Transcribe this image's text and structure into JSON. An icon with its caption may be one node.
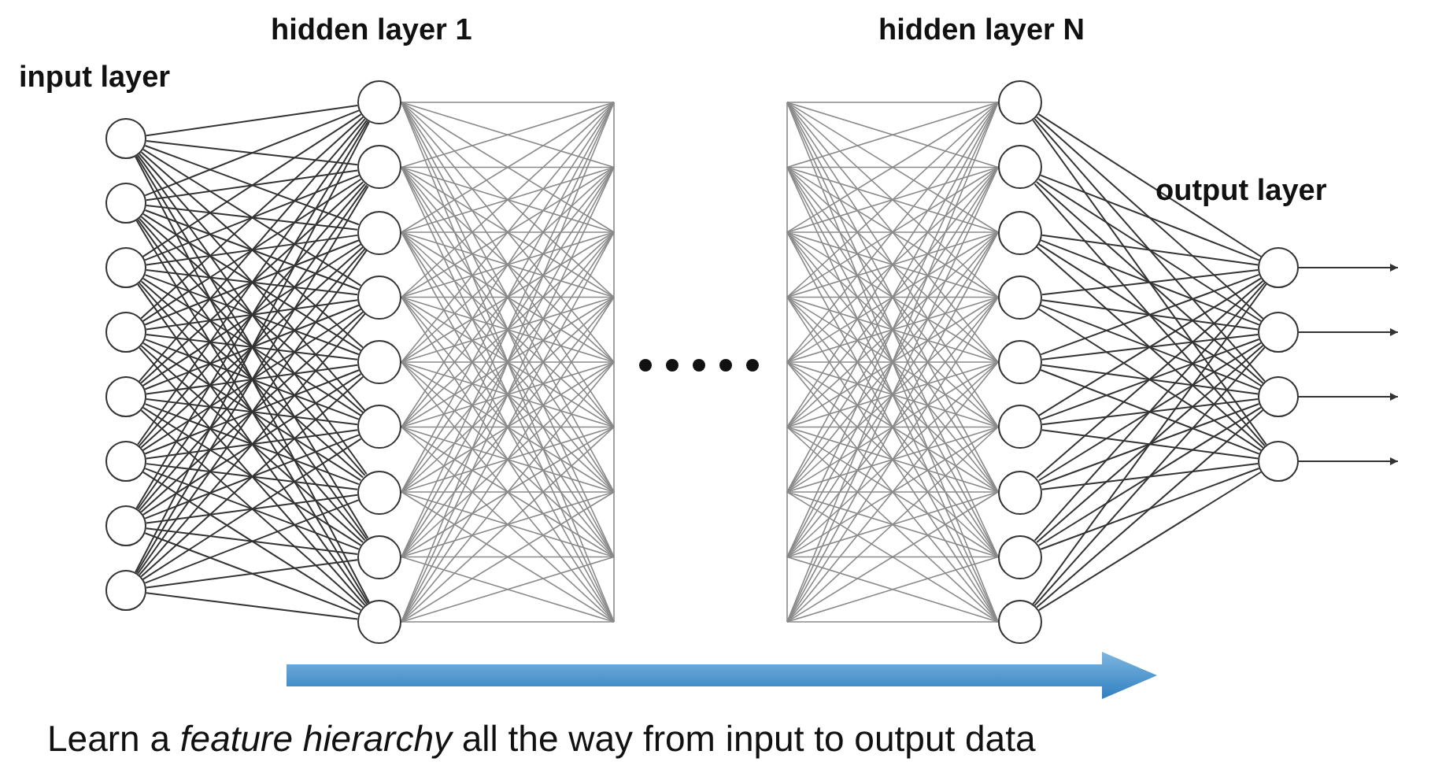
{
  "diagram": {
    "caption": "Learn a *feature hierarchy* all the way from input to output data",
    "labels": [
      "input layer",
      "hidden layer 1",
      "hidden layer N",
      "output layer"
    ],
    "nodes": [
      {
        "text": [],
        "shape": "circle"
      },
      {
        "text": [],
        "shape": "circle"
      },
      {
        "text": [],
        "shape": "circle"
      },
      {
        "text": [],
        "shape": "circle"
      },
      {
        "text": [],
        "shape": "circle"
      },
      {
        "text": [],
        "shape": "circle"
      },
      {
        "text": [],
        "shape": "circle"
      },
      {
        "text": [],
        "shape": "circle"
      },
      {
        "text": [],
        "shape": "circle"
      },
      {
        "text": [],
        "shape": "circle"
      },
      {
        "text": [],
        "shape": "circle"
      },
      {
        "text": [],
        "shape": "circle"
      },
      {
        "text": [],
        "shape": "circle"
      },
      {
        "text": [],
        "shape": "circle"
      },
      {
        "text": [],
        "shape": "circle"
      },
      {
        "text": [],
        "shape": "circle"
      },
      {
        "text": [],
        "shape": "circle"
      },
      {
        "text": [],
        "shape": "circle"
      },
      {
        "text": [],
        "shape": "circle"
      },
      {
        "text": [],
        "shape": "circle"
      },
      {
        "text": [],
        "shape": "circle"
      },
      {
        "text": [],
        "shape": "circle"
      },
      {
        "text": [],
        "shape": "circle"
      },
      {
        "text": [],
        "shape": "circle"
      },
      {
        "text": [],
        "shape": "circle"
      },
      {
        "text": [],
        "shape": "circle"
      },
      {
        "text": [],
        "shape": "circle"
      },
      {
        "text": [],
        "shape": "circle"
      },
      {
        "text": [],
        "shape": "circle"
      },
      {
        "text": [],
        "shape": "circle"
      }
    ],
    "edges": [
      {
        "from": 0,
        "to": 8,
        "arrow": "none"
      },
      {
        "from": 0,
        "to": 9,
        "arrow": "none"
      },
      {
        "from": 0,
        "to": 10,
        "arrow": "none"
      },
      {
        "from": 0,
        "to": 11,
        "arrow": "none"
      },
      {
        "from": 0,
        "to": 12,
        "arrow": "none"
      },
      {
        "from": 0,
        "to": 13,
        "arrow": "none"
      },
      {
        "from": 0,
        "to": 14,
        "arrow": "none"
      },
      {
        "from": 0,
        "to": 15,
        "arrow": "none"
      },
      {
        "from": 0,
        "to": 16,
        "arrow": "none"
      },
      {
        "from": 1,
        "to": 8,
        "arrow": "none"
      },
      {
        "from": 1,
        "to": 9,
        "arrow": "none"
      },
      {
        "from": 1,
        "to": 10,
        "arrow": "none"
      },
      {
        "from": 1,
        "to": 11,
        "arrow": "none"
      },
      {
        "from": 1,
        "to": 12,
        "arrow": "none"
      },
      {
        "from": 1,
        "to": 13,
        "arrow": "none"
      },
      {
        "from": 1,
        "to": 14,
        "arrow": "none"
      },
      {
        "from": 1,
        "to": 15,
        "arrow": "none"
      },
      {
        "from": 1,
        "to": 16,
        "arrow": "none"
      },
      {
        "from": 2,
        "to": 8,
        "arrow": "none"
      },
      {
        "from": 2,
        "to": 9,
        "arrow": "none"
      },
      {
        "from": 2,
        "to": 10,
        "arrow": "none"
      },
      {
        "from": 2,
        "to": 11,
        "arrow": "none"
      },
      {
        "from": 2,
        "to": 12,
        "arrow": "none"
      },
      {
        "from": 2,
        "to": 13,
        "arrow": "none"
      },
      {
        "from": 2,
        "to": 14,
        "arrow": "none"
      },
      {
        "from": 2,
        "to": 15,
        "arrow": "none"
      },
      {
        "from": 2,
        "to": 16,
        "arrow": "none"
      },
      {
        "from": 3,
        "to": 8,
        "arrow": "none"
      },
      {
        "from": 3,
        "to": 9,
        "arrow": "none"
      },
      {
        "from": 3,
        "to": 10,
        "arrow": "none"
      },
      {
        "from": 3,
        "to": 11,
        "arrow": "none"
      },
      {
        "from": 3,
        "to": 12,
        "arrow": "none"
      },
      {
        "from": 3,
        "to": 13,
        "arrow": "none"
      },
      {
        "from": 3,
        "to": 14,
        "arrow": "none"
      },
      {
        "from": 3,
        "to": 15,
        "arrow": "none"
      },
      {
        "from": 3,
        "to": 16,
        "arrow": "none"
      },
      {
        "from": 4,
        "to": 8,
        "arrow": "none"
      },
      {
        "from": 4,
        "to": 9,
        "arrow": "none"
      },
      {
        "from": 4,
        "to": 10,
        "arrow": "none"
      },
      {
        "from": 4,
        "to": 11,
        "arrow": "none"
      },
      {
        "from": 4,
        "to": 12,
        "arrow": "none"
      },
      {
        "from": 4,
        "to": 13,
        "arrow": "none"
      },
      {
        "from": 4,
        "to": 14,
        "arrow": "none"
      },
      {
        "from": 4,
        "to": 15,
        "arrow": "none"
      },
      {
        "from": 4,
        "to": 16,
        "arrow": "none"
      },
      {
        "from": 5,
        "to": 8,
        "arrow": "none"
      },
      {
        "from": 5,
        "to": 9,
        "arrow": "none"
      },
      {
        "from": 5,
        "to": 10,
        "arrow": "none"
      },
      {
        "from": 5,
        "to": 11,
        "arrow": "none"
      },
      {
        "from": 5,
        "to": 12,
        "arrow": "none"
      },
      {
        "from": 5,
        "to": 13,
        "arrow": "none"
      },
      {
        "from": 5,
        "to": 14,
        "arrow": "none"
      },
      {
        "from": 5,
        "to": 15,
        "arrow": "none"
      },
      {
        "from": 5,
        "to": 16,
        "arrow": "none"
      },
      {
        "from": 6,
        "to": 8,
        "arrow": "none"
      },
      {
        "from": 6,
        "to": 9,
        "arrow": "none"
      },
      {
        "from": 6,
        "to": 10,
        "arrow": "none"
      },
      {
        "from": 6,
        "to": 11,
        "arrow": "none"
      },
      {
        "from": 6,
        "to": 12,
        "arrow": "none"
      },
      {
        "from": 6,
        "to": 13,
        "arrow": "none"
      },
      {
        "from": 6,
        "to": 14,
        "arrow": "none"
      },
      {
        "from": 6,
        "to": 15,
        "arrow": "none"
      },
      {
        "from": 6,
        "to": 16,
        "arrow": "none"
      },
      {
        "from": 7,
        "to": 8,
        "arrow": "none"
      },
      {
        "from": 7,
        "to": 9,
        "arrow": "none"
      },
      {
        "from": 7,
        "to": 10,
        "arrow": "none"
      },
      {
        "from": 7,
        "to": 11,
        "arrow": "none"
      },
      {
        "from": 7,
        "to": 12,
        "arrow": "none"
      },
      {
        "from": 7,
        "to": 13,
        "arrow": "none"
      },
      {
        "from": 7,
        "to": 14,
        "arrow": "none"
      },
      {
        "from": 7,
        "to": 15,
        "arrow": "none"
      },
      {
        "from": 7,
        "to": 16,
        "arrow": "none"
      },
      {
        "from": 17,
        "to": 26,
        "arrow": "none"
      },
      {
        "from": 17,
        "to": 27,
        "arrow": "none"
      },
      {
        "from": 17,
        "to": 28,
        "arrow": "none"
      },
      {
        "from": 17,
        "to": 29,
        "arrow": "none"
      },
      {
        "from": 18,
        "to": 26,
        "arrow": "none"
      },
      {
        "from": 18,
        "to": 27,
        "arrow": "none"
      },
      {
        "from": 18,
        "to": 28,
        "arrow": "none"
      },
      {
        "from": 18,
        "to": 29,
        "arrow": "none"
      },
      {
        "from": 19,
        "to": 26,
        "arrow": "none"
      },
      {
        "from": 19,
        "to": 27,
        "arrow": "none"
      },
      {
        "from": 19,
        "to": 28,
        "arrow": "none"
      },
      {
        "from": 19,
        "to": 29,
        "arrow": "none"
      },
      {
        "from": 20,
        "to": 26,
        "arrow": "none"
      },
      {
        "from": 20,
        "to": 27,
        "arrow": "none"
      },
      {
        "from": 20,
        "to": 28,
        "arrow": "none"
      },
      {
        "from": 20,
        "to": 29,
        "arrow": "none"
      },
      {
        "from": 21,
        "to": 26,
        "arrow": "none"
      },
      {
        "from": 21,
        "to": 27,
        "arrow": "none"
      },
      {
        "from": 21,
        "to": 28,
        "arrow": "none"
      },
      {
        "from": 21,
        "to": 29,
        "arrow": "none"
      },
      {
        "from": 22,
        "to": 26,
        "arrow": "none"
      },
      {
        "from": 22,
        "to": 27,
        "arrow": "none"
      },
      {
        "from": 22,
        "to": 28,
        "arrow": "none"
      },
      {
        "from": 22,
        "to": 29,
        "arrow": "none"
      },
      {
        "from": 23,
        "to": 26,
        "arrow": "none"
      },
      {
        "from": 23,
        "to": 27,
        "arrow": "none"
      },
      {
        "from": 23,
        "to": 28,
        "arrow": "none"
      },
      {
        "from": 23,
        "to": 29,
        "arrow": "none"
      },
      {
        "from": 24,
        "to": 26,
        "arrow": "none"
      },
      {
        "from": 24,
        "to": 27,
        "arrow": "none"
      },
      {
        "from": 24,
        "to": 28,
        "arrow": "none"
      },
      {
        "from": 24,
        "to": 29,
        "arrow": "none"
      },
      {
        "from": 25,
        "to": 26,
        "arrow": "none"
      },
      {
        "from": 25,
        "to": 27,
        "arrow": "none"
      },
      {
        "from": 25,
        "to": 28,
        "arrow": "none"
      },
      {
        "from": 25,
        "to": 29,
        "arrow": "none"
      },
      {
        "from": 26,
        "to": null,
        "arrow": "to"
      },
      {
        "from": 27,
        "to": null,
        "arrow": "to"
      },
      {
        "from": 28,
        "to": null,
        "arrow": "to"
      },
      {
        "from": 29,
        "to": null,
        "arrow": "to"
      }
    ]
  }
}
